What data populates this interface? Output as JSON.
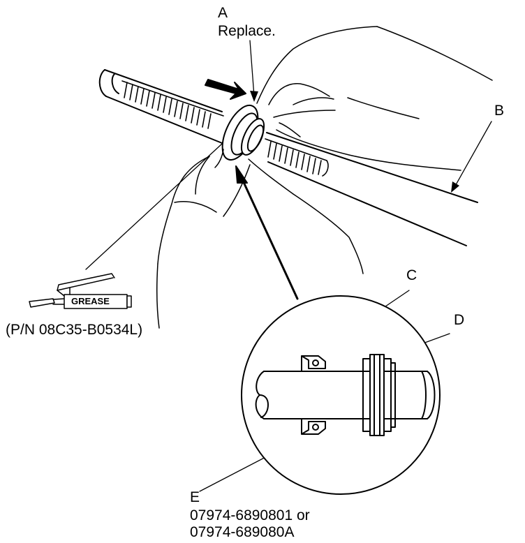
{
  "callouts": {
    "a": {
      "letter": "A",
      "note": "Replace."
    },
    "b": {
      "letter": "B"
    },
    "c": {
      "letter": "C"
    },
    "d": {
      "letter": "D"
    },
    "e": {
      "letter": "E",
      "part_1": "07974-6890801 or",
      "part_2": "07974-689080A"
    }
  },
  "grease": {
    "tube_label": "GREASE",
    "part_number": "(P/N 08C35-B0534L)"
  },
  "colors": {
    "line": "#000000",
    "background": "#ffffff"
  }
}
